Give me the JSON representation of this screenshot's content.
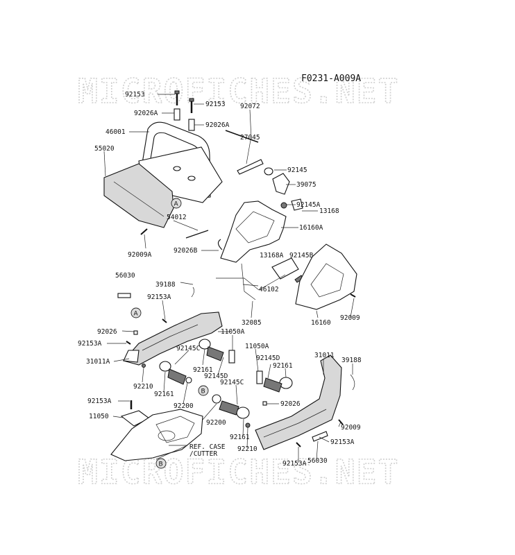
{
  "diagram_code": "F0231-A009A",
  "watermark": "MICROFICHES.NET",
  "callouts": [
    "A",
    "A",
    "B",
    "B"
  ],
  "parts": [
    {
      "id": "p1",
      "label": "92153"
    },
    {
      "id": "p2",
      "label": "92153"
    },
    {
      "id": "p3",
      "label": "92026A"
    },
    {
      "id": "p4",
      "label": "92026A"
    },
    {
      "id": "p5",
      "label": "46001"
    },
    {
      "id": "p6",
      "label": "55020"
    },
    {
      "id": "p7",
      "label": "92072"
    },
    {
      "id": "p8",
      "label": "27045"
    },
    {
      "id": "p9",
      "label": "92145"
    },
    {
      "id": "p10",
      "label": "39075"
    },
    {
      "id": "p11",
      "label": "92145A"
    },
    {
      "id": "p12",
      "label": "13168"
    },
    {
      "id": "p13",
      "label": "16160A"
    },
    {
      "id": "p14",
      "label": "54012"
    },
    {
      "id": "p15",
      "label": "92009A"
    },
    {
      "id": "p16",
      "label": "92026B"
    },
    {
      "id": "p17",
      "label": "13168A"
    },
    {
      "id": "p18",
      "label": "92145B"
    },
    {
      "id": "p19",
      "label": "56030"
    },
    {
      "id": "p20",
      "label": "39188"
    },
    {
      "id": "p21",
      "label": "46102"
    },
    {
      "id": "p22",
      "label": "92153A"
    },
    {
      "id": "p23",
      "label": "32085"
    },
    {
      "id": "p24",
      "label": "16160"
    },
    {
      "id": "p25",
      "label": "92009"
    },
    {
      "id": "p26",
      "label": "92026"
    },
    {
      "id": "p27",
      "label": "11050A"
    },
    {
      "id": "p28",
      "label": "92153A"
    },
    {
      "id": "p29",
      "label": "11050A"
    },
    {
      "id": "p30",
      "label": "31011"
    },
    {
      "id": "p31",
      "label": "31011A"
    },
    {
      "id": "p32",
      "label": "92145C"
    },
    {
      "id": "p33",
      "label": "92161"
    },
    {
      "id": "p34",
      "label": "92145D"
    },
    {
      "id": "p35",
      "label": "92145D"
    },
    {
      "id": "p36",
      "label": "92161"
    },
    {
      "id": "p37",
      "label": "39188"
    },
    {
      "id": "p38",
      "label": "92210"
    },
    {
      "id": "p39",
      "label": "92161"
    },
    {
      "id": "p40",
      "label": "92200"
    },
    {
      "id": "p41",
      "label": "92145C"
    },
    {
      "id": "p42",
      "label": "92153A"
    },
    {
      "id": "p43",
      "label": "92026"
    },
    {
      "id": "p44",
      "label": "11050"
    },
    {
      "id": "p45",
      "label": "92200"
    },
    {
      "id": "p46",
      "label": "92009"
    },
    {
      "id": "p47",
      "label": "REF. CASE"
    },
    {
      "id": "p48",
      "label": "/CUTTER"
    },
    {
      "id": "p49",
      "label": "92161"
    },
    {
      "id": "p50",
      "label": "92153A"
    },
    {
      "id": "p51",
      "label": "92210"
    },
    {
      "id": "p52",
      "label": "92153A"
    },
    {
      "id": "p53",
      "label": "56030"
    }
  ]
}
